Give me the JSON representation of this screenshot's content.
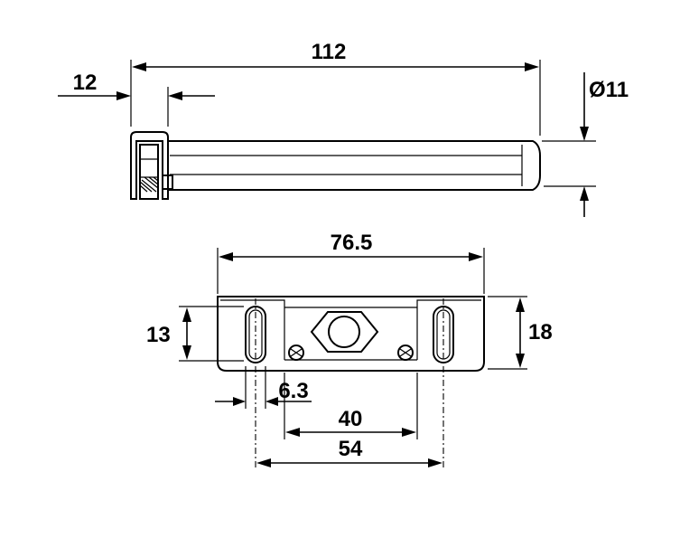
{
  "units": "mm",
  "dimensions": {
    "overall_length": "112",
    "head_width": "12",
    "diameter": "Ø11",
    "plate_length": "76.5",
    "plate_height": "18",
    "slot_height": "13",
    "slot_width": "6.3",
    "inner_spacing": "40",
    "outer_spacing": "54"
  }
}
